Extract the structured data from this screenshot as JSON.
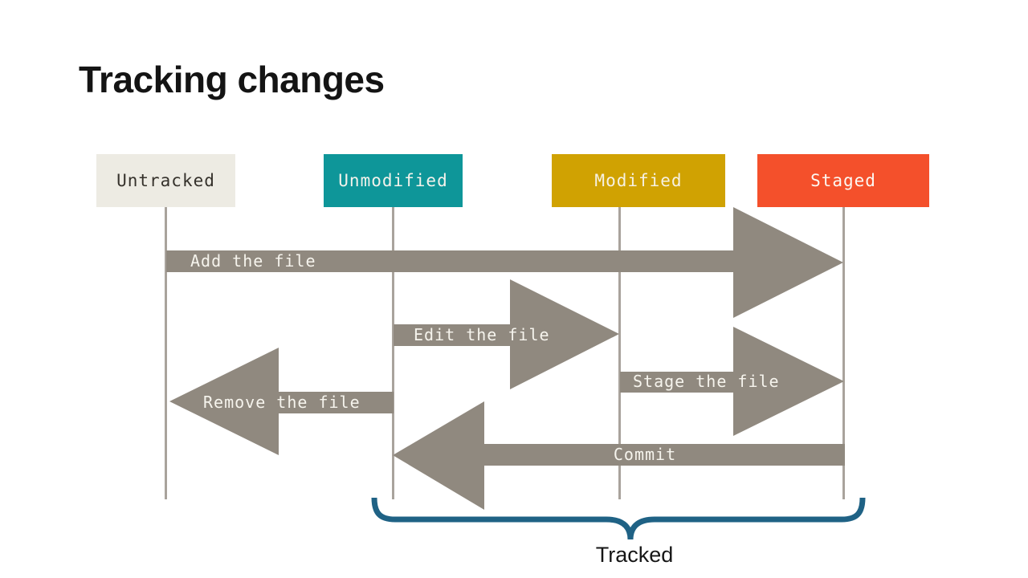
{
  "slide": {
    "title": "Tracking changes",
    "background": "#ffffff"
  },
  "states": [
    {
      "id": "untracked",
      "label": "Untracked",
      "bg": "#EDEBE3",
      "fg": "#35312B"
    },
    {
      "id": "unmodified",
      "label": "Unmodified",
      "bg": "#0E9699",
      "fg": "#F4F2EB"
    },
    {
      "id": "modified",
      "label": "Modified",
      "bg": "#D0A202",
      "fg": "#F6F1E3"
    },
    {
      "id": "staged",
      "label": "Staged",
      "bg": "#F4502B",
      "fg": "#FCF8F3"
    }
  ],
  "transitions": [
    {
      "label": "Add the file",
      "from": "untracked",
      "to": "staged",
      "direction": "right"
    },
    {
      "label": "Edit the file",
      "from": "unmodified",
      "to": "modified",
      "direction": "right"
    },
    {
      "label": "Stage the file",
      "from": "modified",
      "to": "staged",
      "direction": "right"
    },
    {
      "label": "Remove the file",
      "from": "unmodified",
      "to": "untracked",
      "direction": "left"
    },
    {
      "label": "Commit",
      "from": "staged",
      "to": "unmodified",
      "direction": "left"
    }
  ],
  "annotation": {
    "label": "Tracked",
    "brace_color": "#1F6285",
    "spans_states": [
      "unmodified",
      "modified",
      "staged"
    ]
  },
  "colors": {
    "arrow": "#90897F",
    "lifeline": "#A9A39C",
    "title_text": "#141414"
  }
}
